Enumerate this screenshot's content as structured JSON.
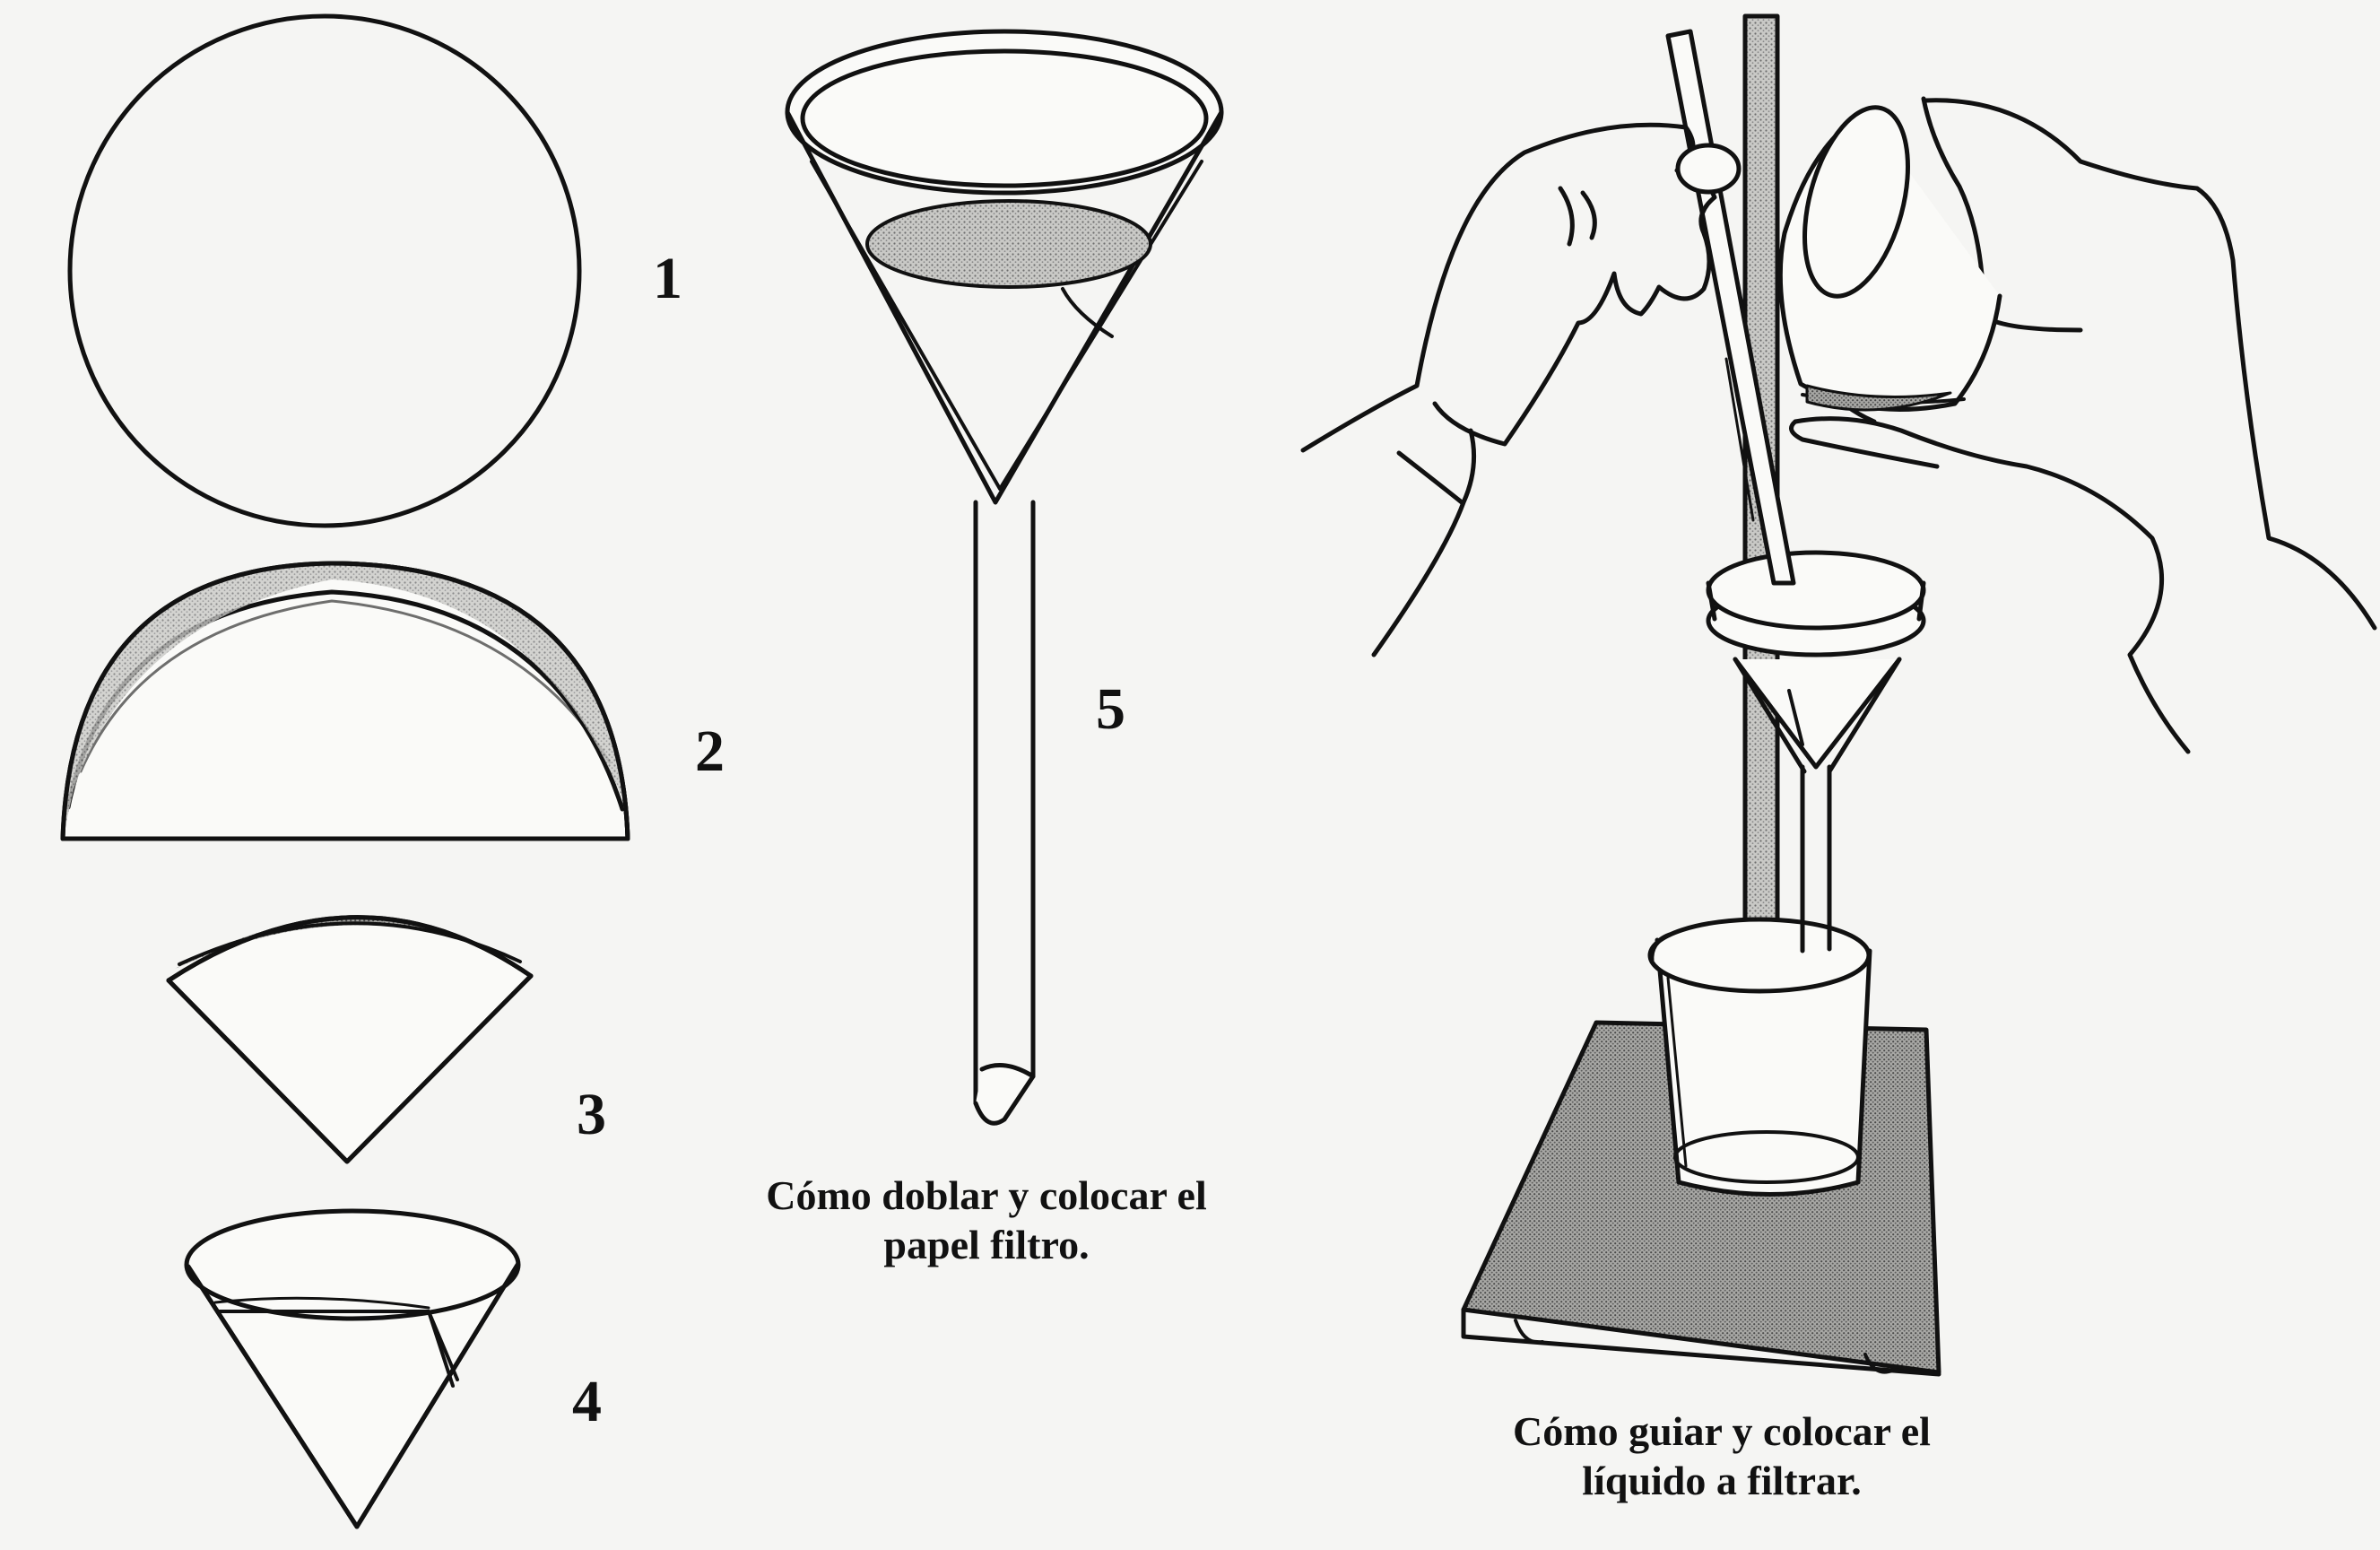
{
  "steps": [
    {
      "label": "1"
    },
    {
      "label": "2"
    },
    {
      "label": "3"
    },
    {
      "label": "4"
    },
    {
      "label": "5"
    }
  ],
  "captions": {
    "fold": {
      "line1": "Cómo doblar y colocar el",
      "line2": "papel filtro."
    },
    "pour": {
      "line1": "Cómo guiar y colocar el",
      "line2": "líquido a filtrar."
    }
  },
  "colors": {
    "ink": "#111111",
    "paper": "#f5f5f3",
    "shade": "#9a9a9a"
  }
}
